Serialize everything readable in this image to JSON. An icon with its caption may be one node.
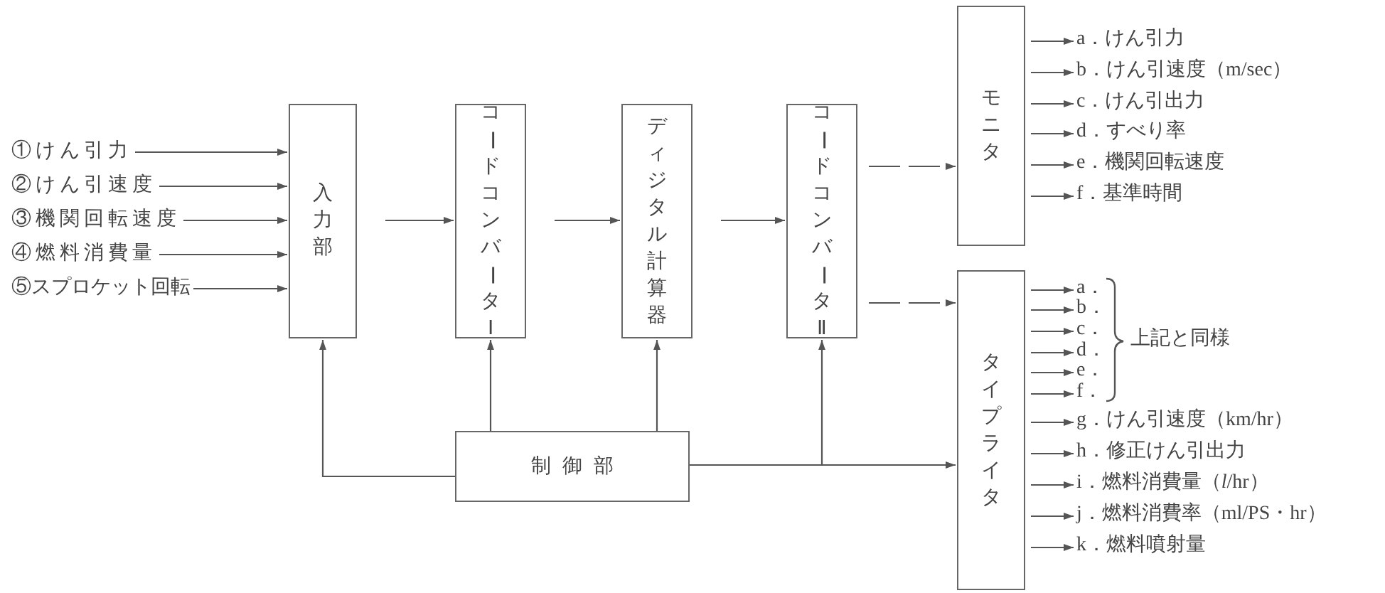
{
  "diagram": {
    "nodes": [
      {
        "text": [
          "①けん引力"
        ]
      },
      {
        "text": [
          "②けん引速度"
        ]
      },
      {
        "text": [
          "③機関回転速度"
        ]
      },
      {
        "text": [
          "④燃料消費量"
        ]
      },
      {
        "text": [
          "⑤スプロケット回転"
        ]
      },
      {
        "text": [
          "入力部"
        ]
      },
      {
        "text": [
          "コードコンバータⅠ"
        ]
      },
      {
        "text": [
          "ディジタル計算器"
        ]
      },
      {
        "text": [
          "コードコンバータⅡ"
        ]
      },
      {
        "text": [
          "モニタ"
        ]
      },
      {
        "text": [
          "タイプライタ"
        ]
      },
      {
        "text": [
          "制御部"
        ]
      },
      {
        "text": [
          "a．けん引力"
        ]
      },
      {
        "text": [
          "b．けん引速度（m/sec）"
        ]
      },
      {
        "text": [
          "c．けん引出力"
        ]
      },
      {
        "text": [
          "d．すべり率"
        ]
      },
      {
        "text": [
          "e．機関回転速度"
        ]
      },
      {
        "text": [
          "f．基準時間"
        ]
      },
      {
        "text": [
          "a．"
        ]
      },
      {
        "text": [
          "b．"
        ]
      },
      {
        "text": [
          "c．"
        ]
      },
      {
        "text": [
          "d．"
        ]
      },
      {
        "text": [
          "e．"
        ]
      },
      {
        "text": [
          "f．"
        ]
      },
      {
        "text": [
          "g．けん引速度（km/hr）"
        ]
      },
      {
        "text": [
          "h．修正けん引出力"
        ]
      },
      {
        "text": [
          "i．燃料消費量（*l*/hr）"
        ]
      },
      {
        "text": [
          "j．燃料消費率（ml/PS・hr）"
        ]
      },
      {
        "text": [
          "k．燃料噴射量"
        ]
      }
    ],
    "edges": [
      {
        "from": 0,
        "to": 5,
        "arrow": "to"
      },
      {
        "from": 1,
        "to": 5,
        "arrow": "to"
      },
      {
        "from": 2,
        "to": 5,
        "arrow": "to"
      },
      {
        "from": 3,
        "to": 5,
        "arrow": "to"
      },
      {
        "from": 4,
        "to": 5,
        "arrow": "to"
      },
      {
        "from": 5,
        "to": 6,
        "arrow": "to"
      },
      {
        "from": 6,
        "to": 7,
        "arrow": "to"
      },
      {
        "from": 7,
        "to": 8,
        "arrow": "to"
      },
      {
        "from": 8,
        "to": 9,
        "arrow": "to",
        "style": "dashed"
      },
      {
        "from": 8,
        "to": 10,
        "arrow": "to",
        "style": "dashed"
      },
      {
        "from": 11,
        "to": 5,
        "arrow": "to"
      },
      {
        "from": 11,
        "to": 6,
        "arrow": "to"
      },
      {
        "from": 11,
        "to": 7,
        "arrow": "to"
      },
      {
        "from": 11,
        "to": 8,
        "arrow": "to"
      },
      {
        "from": 11,
        "to": 10,
        "arrow": "to"
      },
      {
        "from": 9,
        "to": 12,
        "arrow": "to"
      },
      {
        "from": 9,
        "to": 13,
        "arrow": "to"
      },
      {
        "from": 9,
        "to": 14,
        "arrow": "to"
      },
      {
        "from": 9,
        "to": 15,
        "arrow": "to"
      },
      {
        "from": 9,
        "to": 16,
        "arrow": "to"
      },
      {
        "from": 9,
        "to": 17,
        "arrow": "to"
      },
      {
        "from": 10,
        "to": 18,
        "arrow": "to"
      },
      {
        "from": 10,
        "to": 19,
        "arrow": "to"
      },
      {
        "from": 10,
        "to": 20,
        "arrow": "to"
      },
      {
        "from": 10,
        "to": 21,
        "arrow": "to"
      },
      {
        "from": 10,
        "to": 22,
        "arrow": "to"
      },
      {
        "from": 10,
        "to": 23,
        "arrow": "to"
      },
      {
        "from": 10,
        "to": 24,
        "arrow": "to"
      },
      {
        "from": 10,
        "to": 25,
        "arrow": "to"
      },
      {
        "from": 10,
        "to": 26,
        "arrow": "to"
      },
      {
        "from": 10,
        "to": 27,
        "arrow": "to"
      },
      {
        "from": 10,
        "to": 28,
        "arrow": "to"
      }
    ],
    "labels": [
      "上記と同様"
    ]
  }
}
